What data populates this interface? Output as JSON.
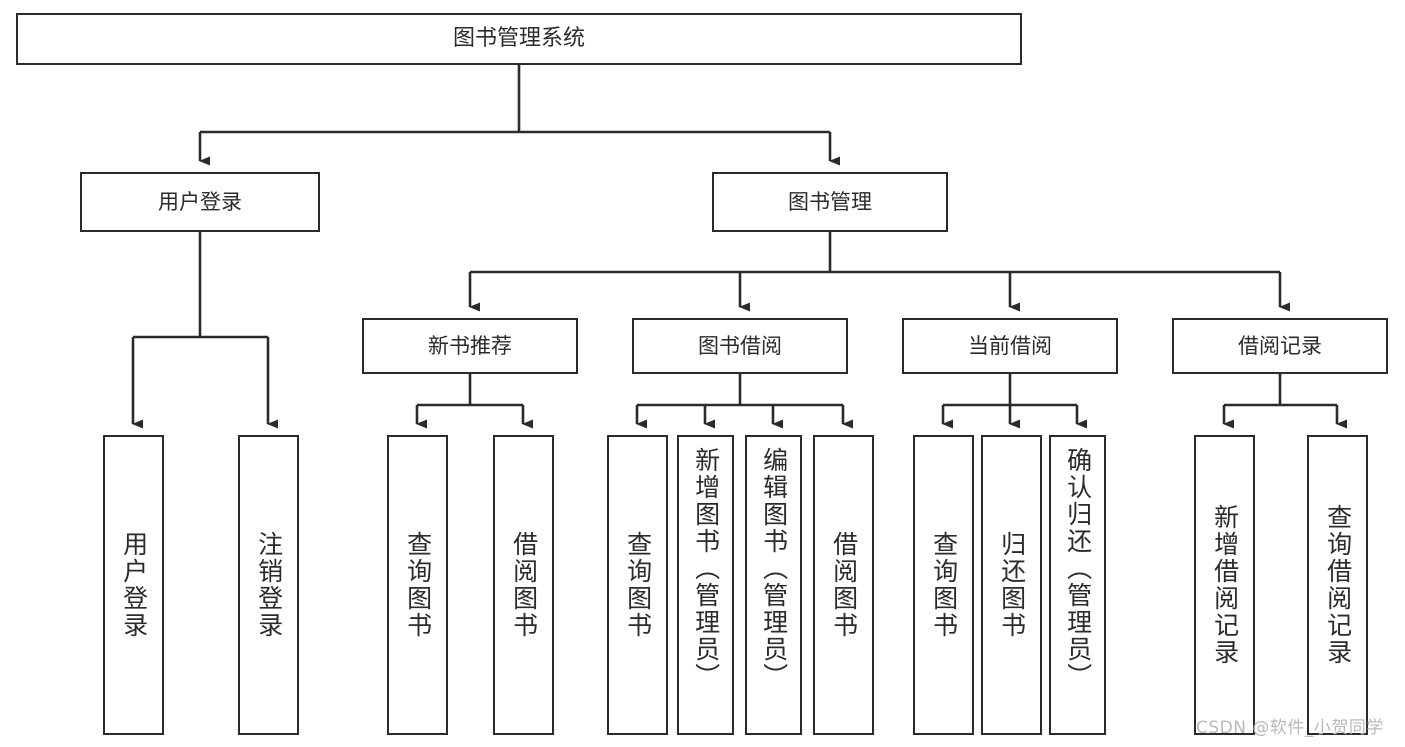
{
  "diagram": {
    "type": "tree-hierarchy-chart",
    "title": "图书管理系统",
    "watermark": "CSDN @软件_小贺同学",
    "colors": {
      "box_border": "#2b2b2b",
      "box_fill": "#ffffff",
      "connector": "#2b2b2b",
      "watermark": "#b9b9b9",
      "background": "#ffffff"
    },
    "root": {
      "label": "图书管理系统",
      "children": [
        {
          "label": "用户登录",
          "children": [
            {
              "label": "用户登录"
            },
            {
              "label": "注销登录"
            }
          ]
        },
        {
          "label": "图书管理",
          "children": [
            {
              "label": "新书推荐",
              "children": [
                {
                  "label": "查询图书"
                },
                {
                  "label": "借阅图书"
                }
              ]
            },
            {
              "label": "图书借阅",
              "children": [
                {
                  "label": "查询图书"
                },
                {
                  "label": "新增图书（管理员）"
                },
                {
                  "label": "编辑图书（管理员）"
                },
                {
                  "label": "借阅图书"
                }
              ]
            },
            {
              "label": "当前借阅",
              "children": [
                {
                  "label": "查询图书"
                },
                {
                  "label": "归还图书"
                },
                {
                  "label": "确认归还（管理员）"
                }
              ]
            },
            {
              "label": "借阅记录",
              "children": [
                {
                  "label": "新增借阅记录"
                },
                {
                  "label": "查询借阅记录"
                }
              ]
            }
          ]
        }
      ]
    },
    "nodes": {
      "root": "图书管理系统",
      "user_login": "用户登录",
      "book_mgmt": "图书管理",
      "new_book_rec": "新书推荐",
      "book_borrow": "图书借阅",
      "current_borrow": "当前借阅",
      "borrow_record": "借阅记录",
      "leaf_user_login": "用户登录",
      "leaf_logout": "注销登录",
      "leaf_query_book_1": "查询图书",
      "leaf_borrow_book_1": "借阅图书",
      "leaf_query_book_2": "查询图书",
      "leaf_add_book": "新增图书（管理员）",
      "leaf_edit_book": "编辑图书（管理员）",
      "leaf_borrow_book_2": "借阅图书",
      "leaf_query_book_3": "查询图书",
      "leaf_return_book": "归还图书",
      "leaf_confirm_return": "确认归还（管理员）",
      "leaf_add_record": "新增借阅记录",
      "leaf_query_record": "查询借阅记录"
    }
  }
}
